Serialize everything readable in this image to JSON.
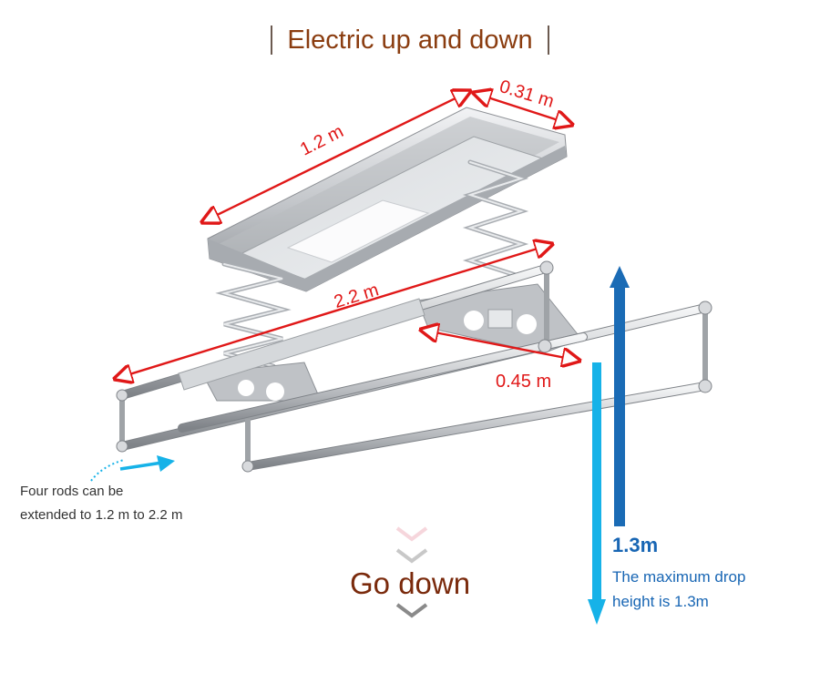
{
  "title": "Electric up and down",
  "colors": {
    "title": "#8a3c0f",
    "dimension": "#e01818",
    "up_arrow": "#1a6bb5",
    "down_arrow": "#16b2e8",
    "go_down": "#7a2a0c",
    "height_text": "#1866b4"
  },
  "dimensions": {
    "cabinet_length": "1.2 m",
    "cabinet_width": "0.31 m",
    "rod_length": "2.2 m",
    "rod_spacing": "0.45 m"
  },
  "rods_note": {
    "line1": "Four rods can be",
    "line2": "extended to 1.2 m to 2.2 m"
  },
  "movement": {
    "label": "Go down",
    "icons": [
      "chevron-down-light",
      "chevron-down-mid",
      "chevron-down-dark"
    ]
  },
  "drop_height": {
    "value": "1.3m",
    "line1": "The maximum drop",
    "line2": "height is 1.3m"
  }
}
